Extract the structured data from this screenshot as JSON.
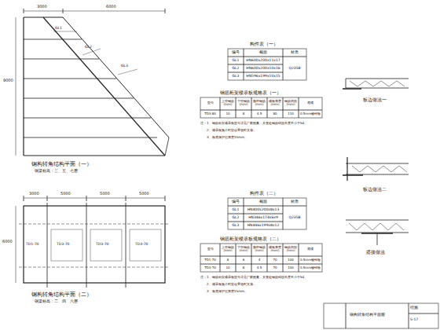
{
  "diagram": {
    "labels": [
      "钢构转角结构平面（一）",
      "钢梁标高：三、五、七层",
      "钢构转角结构平面（二）",
      "钢梁标高：二、四、六层",
      "3000",
      "6000",
      "9000",
      "GL1",
      "GL2",
      "GL3",
      "3000",
      "5000",
      "5000",
      "5000",
      "6000",
      "TD3-70",
      "TD3-70",
      "TD3-70",
      "TD1-70",
      "构件表（一）",
      "编号",
      "截面",
      "材质",
      "GL1",
      "HN600x200x11x17",
      "GL2",
      "HN600x200x10x16",
      "GL3",
      "HN596x199x10x15",
      "Q235B",
      "钢筋桁架楼承板规格表（一）",
      "型号",
      "上弦钢筋 (mm)",
      "下弦钢筋 (mm)",
      "腹杆钢筋 (mm)",
      "楼板厚度 (mm)",
      "钢筋间距 (mm)",
      "底模",
      "TD3-80",
      "10",
      "8",
      "4.5",
      "80",
      "110",
      "0.5mm镀锌板",
      "注：1、钢筋桁架楼承板型号详见厂家图集，支座处钢筋锚固长度不小于5d。",
      "2、楼承板施工时应设置临时支撑。",
      "3、板底保护层厚度15mm。",
      "构件表（二）",
      "编号",
      "截面",
      "材质",
      "GL1",
      "HN400x200x8x13",
      "GL2",
      "HN346x174x6x9",
      "GL3",
      "HN446x199x8x12",
      "Q235B",
      "钢筋桁架楼承板规格表（二）",
      "型号",
      "上弦钢筋 (mm)",
      "下弦钢筋 (mm)",
      "腹杆钢筋 (mm)",
      "楼板厚度 (mm)",
      "钢筋间距 (mm)",
      "底模",
      "TD1-70",
      "8",
      "6",
      "4",
      "70",
      "100",
      "0.5mm镀锌板",
      "TD3-70",
      "10",
      "8",
      "4.5",
      "70",
      "100",
      "0.5mm镀锌板",
      "注：1、钢筋桁架楼承板型号详见厂家图集，支座处钢筋锚固长度不小于5d。",
      "2、楼承板施工时应设置临时支撑。",
      "3、板底保护层厚度15mm。",
      "板边做法一",
      "板边做法二",
      "搭接做法",
      "钢构转角结构平面图",
      "结施",
      "S-17"
    ]
  }
}
